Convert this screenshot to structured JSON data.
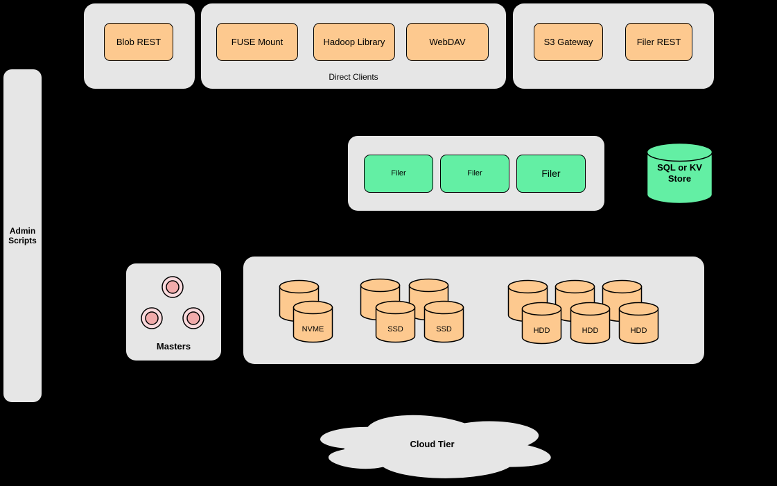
{
  "canvas": {
    "background": "#000000"
  },
  "colors": {
    "group_fill": "#e6e6e6",
    "client_node_fill": "#fdc98f",
    "filer_node_fill": "#63efa4",
    "store_cylinder_fill": "#63efa4",
    "drive_cylinder_fill": "#fdc98f",
    "master_circle_outer_fill": "#fadadd",
    "master_circle_inner_fill": "#f2abab",
    "outline": "#000000"
  },
  "top_row": {
    "blob_group": {
      "nodes": [
        {
          "label": "Blob REST"
        }
      ]
    },
    "direct_clients_group": {
      "caption": "Direct Clients",
      "nodes": [
        {
          "label": "FUSE Mount"
        },
        {
          "label": "Hadoop Library"
        },
        {
          "label": "WebDAV"
        }
      ]
    },
    "gateway_group": {
      "nodes": [
        {
          "label": "S3 Gateway"
        },
        {
          "label": "Filer REST"
        }
      ]
    }
  },
  "admin_panel": {
    "label": "Admin\nScripts"
  },
  "filer_cluster": {
    "nodes": [
      {
        "label": "Filer"
      },
      {
        "label": "Filer"
      },
      {
        "label": "Filer"
      }
    ]
  },
  "metadata_store": {
    "label": "SQL or KV\nStore"
  },
  "masters_cluster": {
    "caption": "Masters",
    "node_count": 3
  },
  "volume_cluster": {
    "nvme": {
      "label": "NVME"
    },
    "ssd": [
      {
        "label": "SSD"
      },
      {
        "label": "SSD"
      }
    ],
    "hdd": [
      {
        "label": "HDD"
      },
      {
        "label": "HDD"
      },
      {
        "label": "HDD"
      }
    ]
  },
  "cloud_tier": {
    "label": "Cloud Tier"
  }
}
